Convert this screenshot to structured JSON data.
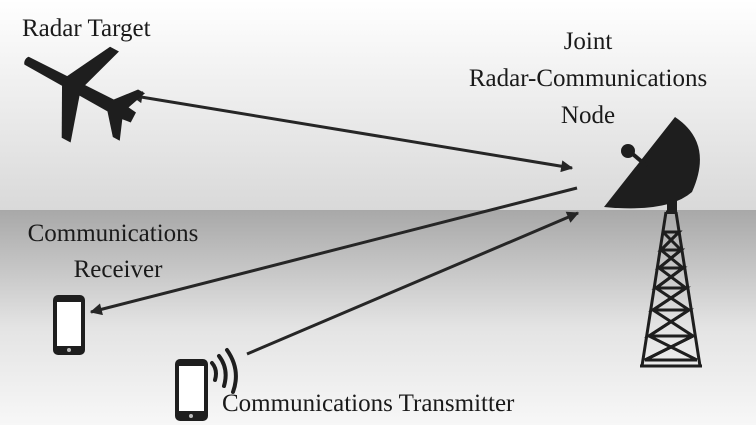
{
  "labels": {
    "radar_target": "Radar Target",
    "node_line1": "Joint",
    "node_line2": "Radar-Communications",
    "node_line3": "Node",
    "receiver_line1": "Communications",
    "receiver_line2": "Receiver",
    "transmitter": "Communications Transmitter"
  },
  "icons": {
    "target": "airplane-icon",
    "node": "satellite-dish-tower-icon",
    "receiver": "smartphone-icon",
    "transmitter": "smartphone-transmitting-icon"
  },
  "colors": {
    "sky_top": "#ffffff",
    "sky_bottom": "#d8d8d8",
    "ground_top": "#a9a9a9",
    "ground_bottom": "#f5f5f5",
    "ink": "#262626"
  }
}
